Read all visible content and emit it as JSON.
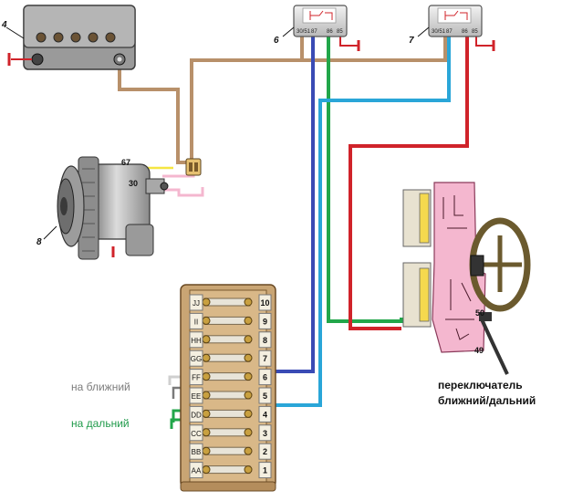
{
  "callouts": {
    "battery": "4",
    "relay_left": "6",
    "relay_right": "7",
    "generator": "8",
    "switch_a": "50",
    "switch_b": "49"
  },
  "terminals": {
    "generator_67": "67",
    "generator_30": "30",
    "relay_pins": [
      "30/51",
      "87",
      "86",
      "85"
    ]
  },
  "fuse_block": {
    "numbers": [
      "1",
      "2",
      "3",
      "4",
      "5",
      "6",
      "7",
      "8",
      "9",
      "10"
    ],
    "letters": [
      "A",
      "B",
      "C",
      "D",
      "E",
      "F",
      "G",
      "H",
      "I",
      "J"
    ]
  },
  "notes": {
    "low_beam": "на ближний",
    "high_beam": "на дальний"
  },
  "switch_caption": {
    "line1": "переключатель",
    "line2": "ближний/дальний"
  },
  "wire_colors": {
    "brown": "#b8906a",
    "blue": "#3a4bb5",
    "cyan": "#2aa6d8",
    "green": "#22a64a",
    "red": "#d0232a",
    "pink": "#f4b7cf",
    "black": "#222222"
  }
}
